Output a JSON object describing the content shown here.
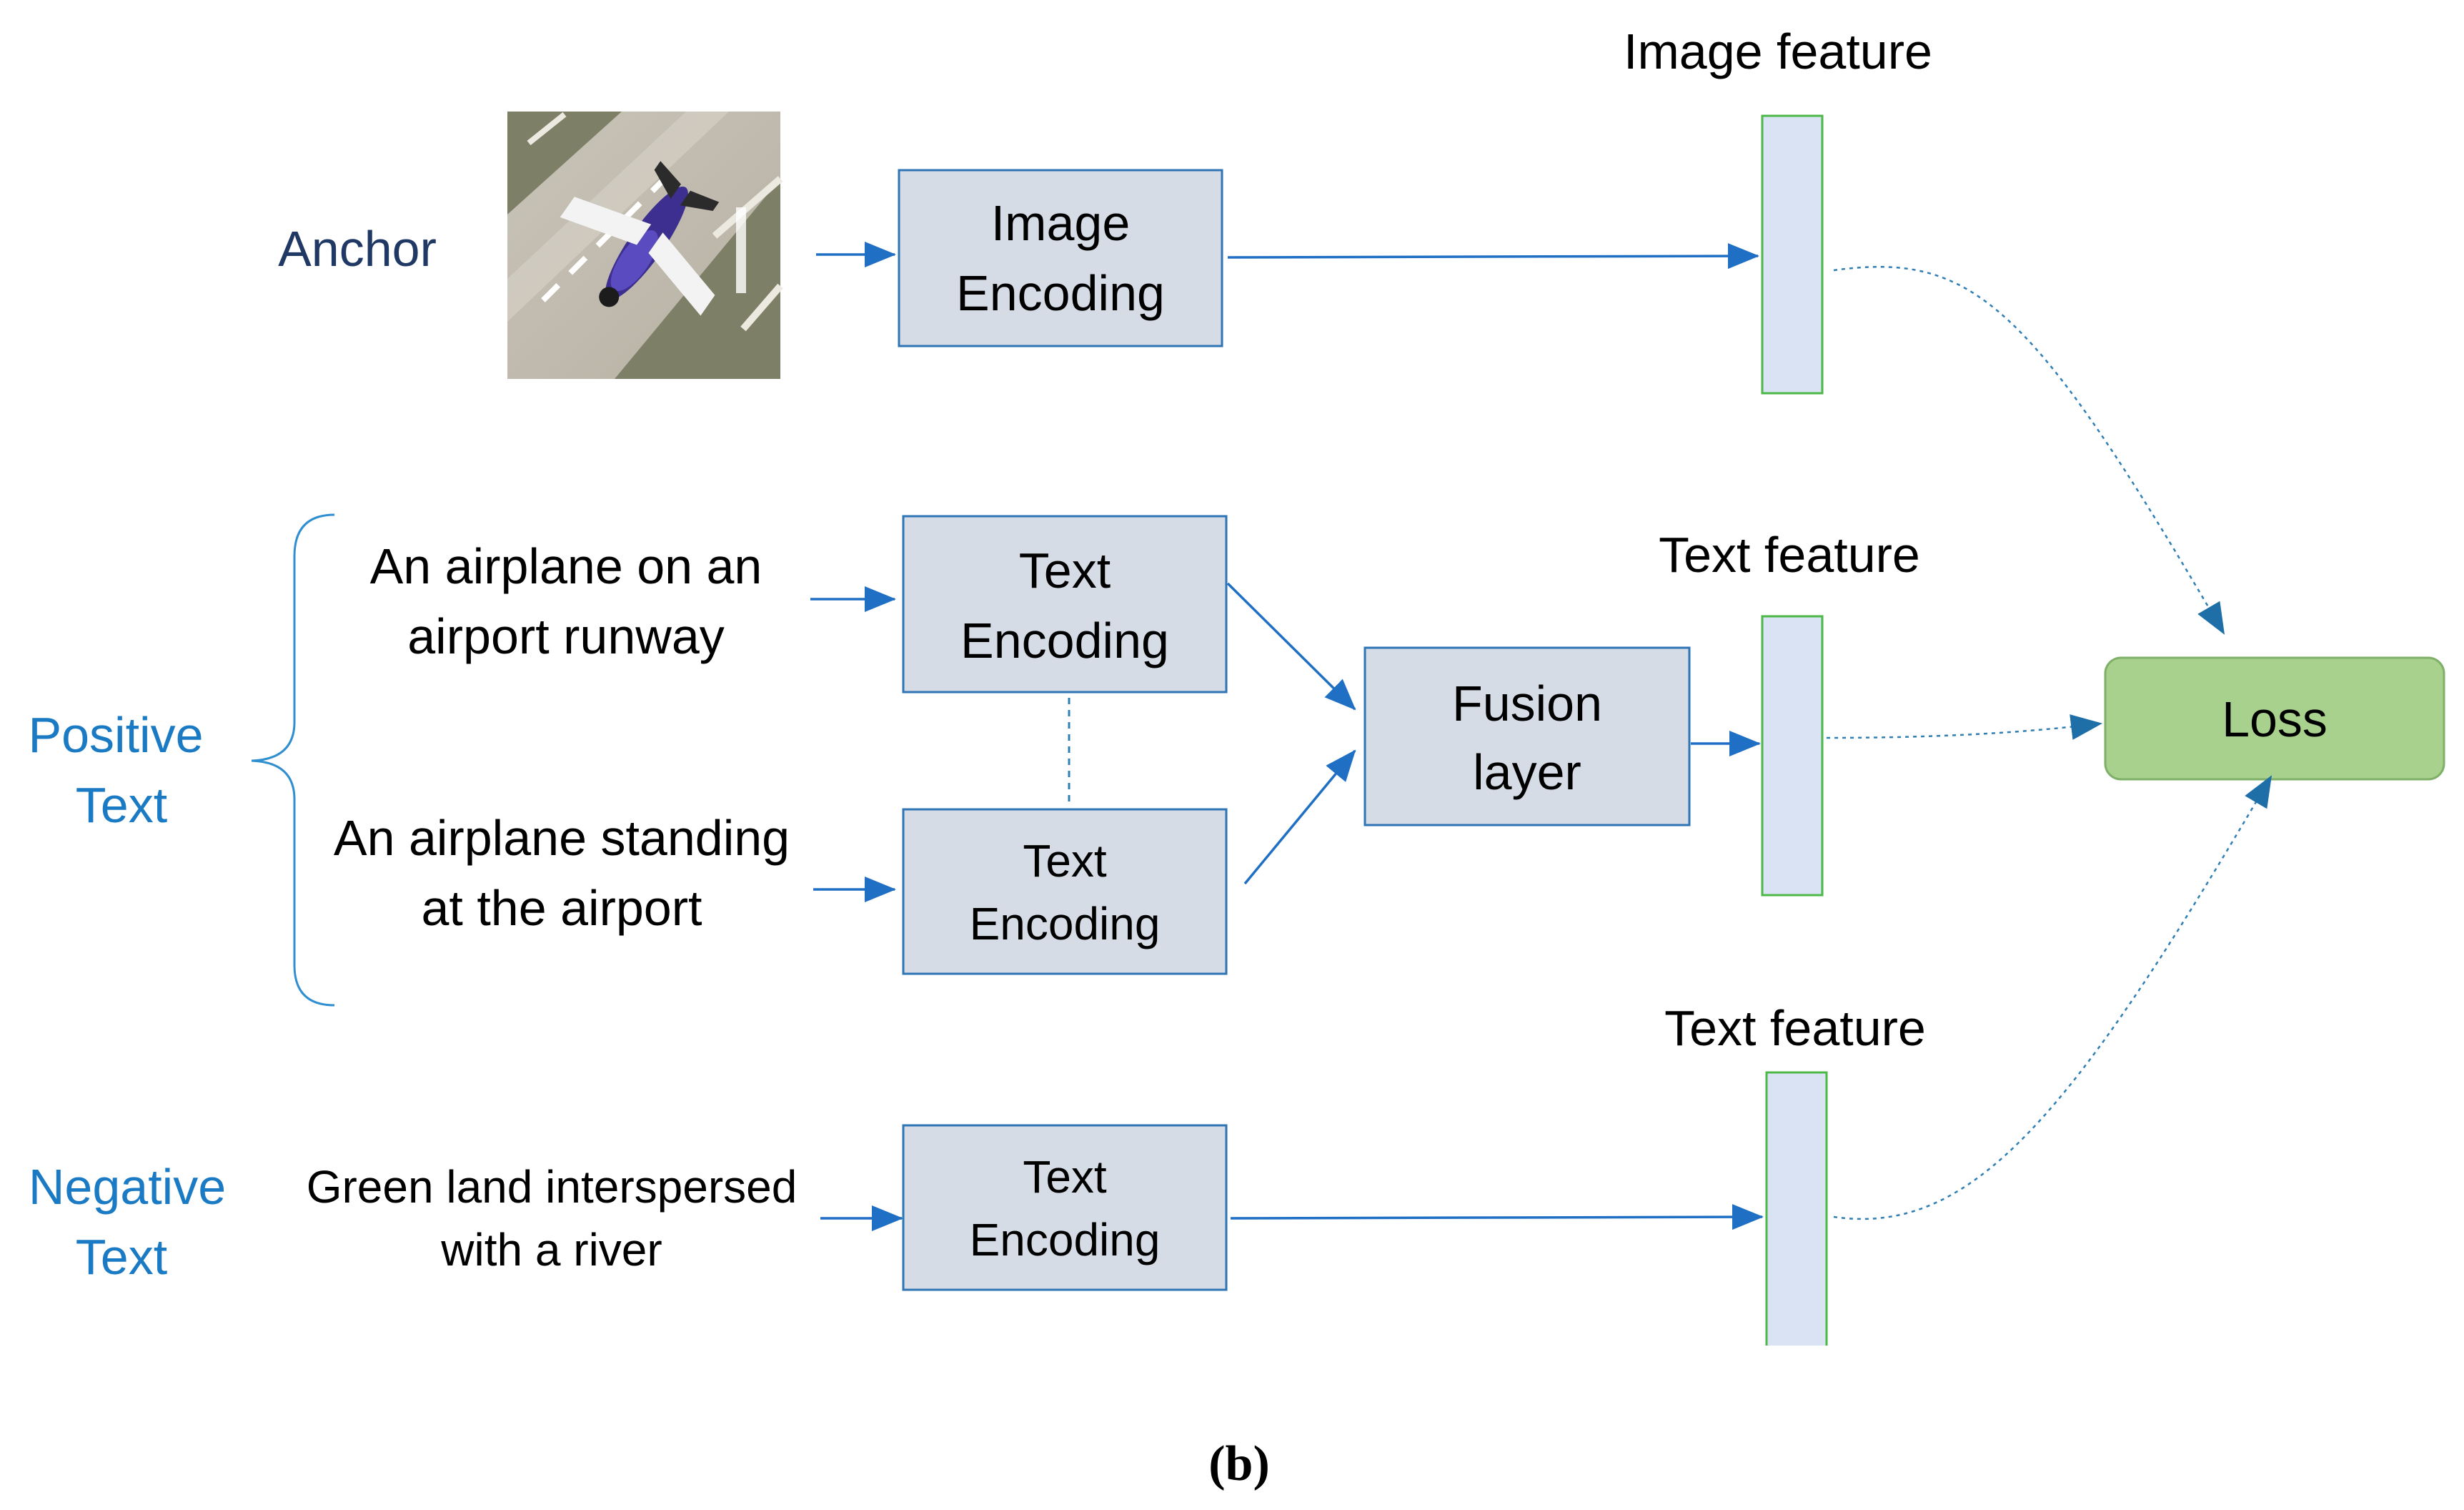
{
  "anchor": {
    "label": "Anchor"
  },
  "positive": {
    "label_line1": "Positive",
    "label_line2": "Text",
    "sentence1_line1": "An airplane on an",
    "sentence1_line2": "airport runway",
    "sentence2_line1": "An airplane standing",
    "sentence2_line2": "at the airport"
  },
  "negative": {
    "label_line1": "Negative",
    "label_line2": "Text",
    "sentence_line1": "Green land interspersed",
    "sentence_line2": "with a river"
  },
  "boxes": {
    "image_encoding": {
      "line1": "Image",
      "line2": "Encoding"
    },
    "text_encoding_1": {
      "line1": "Text",
      "line2": "Encoding"
    },
    "text_encoding_2": {
      "line1": "Text",
      "line2": "Encoding"
    },
    "text_encoding_3": {
      "line1": "Text",
      "line2": "Encoding"
    },
    "fusion": {
      "line1": "Fusion",
      "line2": "layer"
    },
    "loss": {
      "label": "Loss"
    }
  },
  "features": {
    "image": "Image feature",
    "text_1": "Text feature",
    "text_2": "Text feature"
  },
  "caption": "(b)",
  "colors": {
    "encoder_fill": "#d6dce5",
    "encoder_stroke": "#2f74b5",
    "feature_stroke": "#4cb848",
    "loss_fill": "#a9d18e",
    "arrow": "#1f6fc4",
    "label_blue": "#1a7ac4",
    "label_dark": "#1f3864"
  }
}
